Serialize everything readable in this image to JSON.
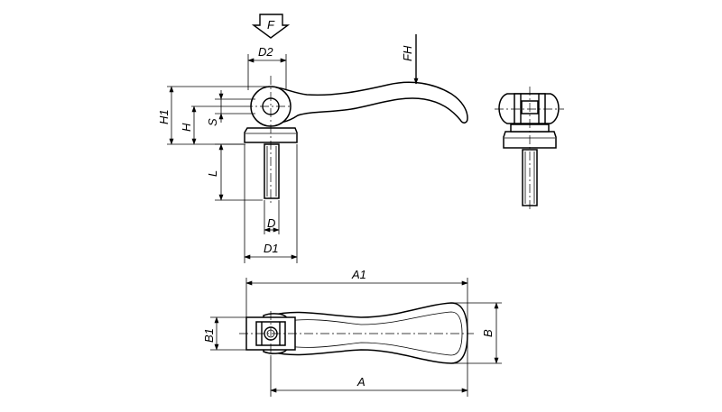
{
  "labels": {
    "force": "F",
    "force_handle": "FH",
    "d2": "D2",
    "h1": "H1",
    "h": "H",
    "s": "S",
    "l": "L",
    "d": "D",
    "d1": "D1",
    "a1": "A1",
    "a": "A",
    "b1": "B1",
    "b": "B"
  }
}
